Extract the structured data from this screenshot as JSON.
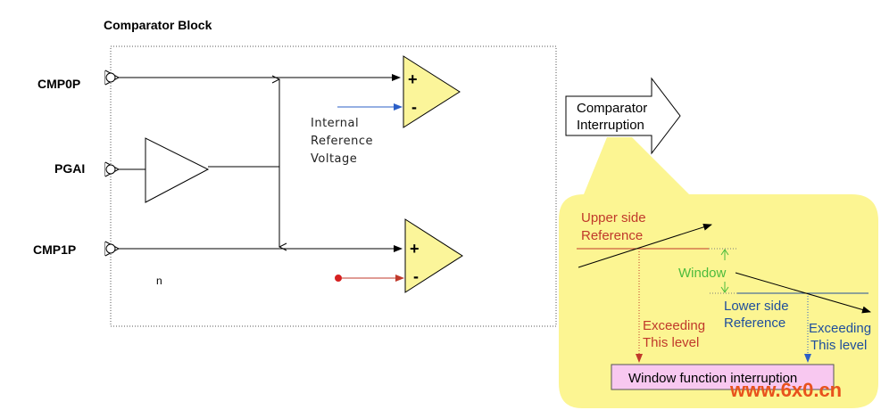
{
  "title": "Comparator Block",
  "pins": {
    "cmp0p": "CMP0P",
    "pgai": "PGAI",
    "cmp1p": "CMP1P"
  },
  "internal_reference": [
    "Internal",
    "Reference",
    "Voltage"
  ],
  "stray_char": "n",
  "plus_sign": "+",
  "minus_sign": "-",
  "interrupt_arrow": [
    "Comparator",
    "Interruption"
  ],
  "window": {
    "upper_ref": [
      "Upper side",
      "Reference"
    ],
    "window_label": "Window",
    "lower_ref": [
      "Lower side",
      "Reference"
    ],
    "exceed_left": [
      "Exceeding",
      "This level"
    ],
    "exceed_right": [
      "Exceeding",
      "This level"
    ],
    "interrupt_box": "Window function interruption"
  },
  "watermark": "www.6x0.cn",
  "colors": {
    "op_amp_fill": "#fbf59a",
    "callout_fill": "#fcf592",
    "interrupt_box_fill": "#f8c8f0",
    "red": "#c0392b",
    "blue": "#1f4e9c",
    "green": "#4cbb3c"
  }
}
